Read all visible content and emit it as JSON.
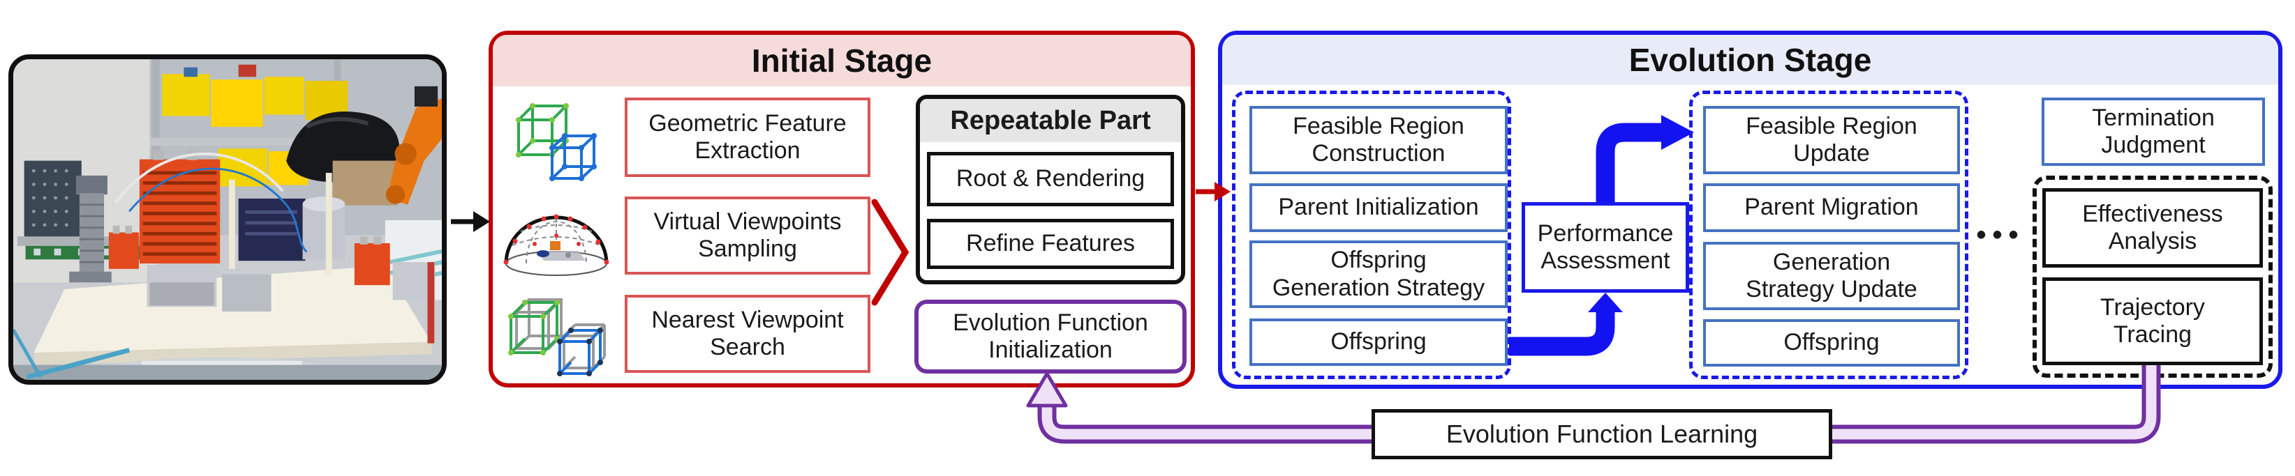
{
  "colors": {
    "stage_red": "#C00000",
    "light_red_border": "#D95555",
    "pink_band": "#F6DBDB",
    "stage_blue": "#1A1AE8",
    "blue_band": "#E8ECF8",
    "inner_blue_border": "#4472C4",
    "arrow_blue": "#1313F2",
    "purple": "#7030A0",
    "purple_pipe_fill": "#EFE2F8",
    "gray_band": "#E7E6E6",
    "black": "#111111"
  },
  "photo": {
    "icon": "robot-workcell-photo"
  },
  "initial_stage": {
    "title": "Initial Stage",
    "steps": [
      {
        "icon": "wireframe-cubes-icon",
        "label": "Geometric Feature\nExtraction"
      },
      {
        "icon": "viewpoint-dome-icon",
        "label": "Virtual Viewpoints\nSampling"
      },
      {
        "icon": "matched-cubes-icon",
        "label": "Nearest Viewpoint\nSearch"
      }
    ],
    "repeatable_part": {
      "title": "Repeatable Part",
      "items": [
        {
          "label": "Root & Rendering"
        },
        {
          "label": "Refine Features"
        }
      ]
    },
    "evolution_function_initialization": {
      "label": "Evolution Function\nInitialization"
    }
  },
  "evolution_stage": {
    "title": "Evolution Stage",
    "iteration_first": {
      "items": [
        {
          "label": "Feasible Region\nConstruction"
        },
        {
          "label": "Parent Initialization"
        },
        {
          "label": "Offspring\nGeneration Strategy"
        },
        {
          "label": "Offspring"
        }
      ]
    },
    "performance_assessment": {
      "label": "Performance\nAssessment"
    },
    "iteration_next": {
      "items": [
        {
          "label": "Feasible Region\nUpdate"
        },
        {
          "label": "Parent Migration"
        },
        {
          "label": "Generation\nStrategy Update"
        },
        {
          "label": "Offspring"
        }
      ]
    },
    "ellipsis": "•••",
    "termination_judgment": {
      "label": "Termination\nJudgment"
    },
    "analysis": {
      "items": [
        {
          "label": "Effectiveness\nAnalysis"
        },
        {
          "label": "Trajectory\nTracing"
        }
      ]
    }
  },
  "evolution_function_learning": {
    "label": "Evolution Function Learning"
  }
}
